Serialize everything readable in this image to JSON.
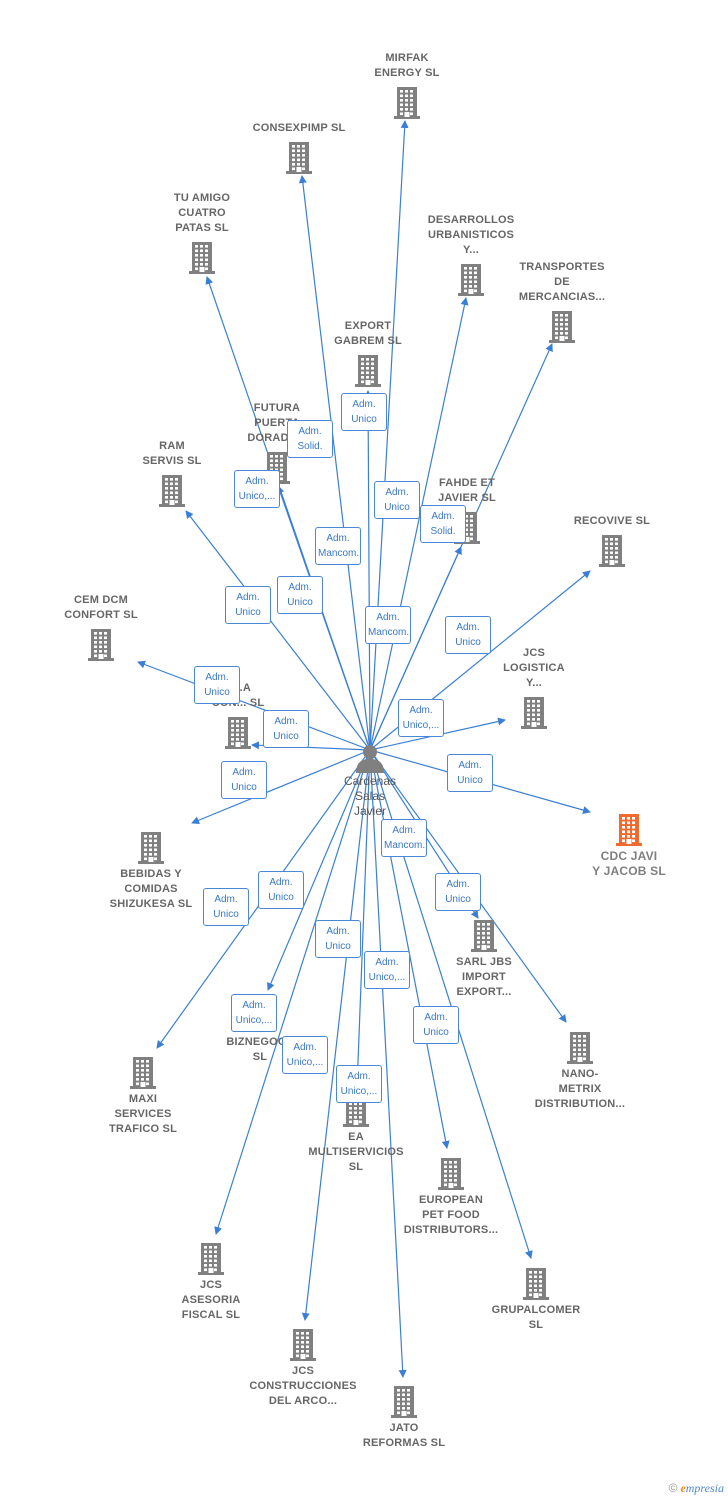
{
  "colors": {
    "edge": "#3a7fd5",
    "building": "#808080",
    "building_highlight": "#f26b2e",
    "person": "#808080"
  },
  "center": {
    "label": "Cardenas\nSalas\nJavier",
    "icon": "person-icon"
  },
  "companies": [
    {
      "id": "mirfak",
      "label": "MIRFAK\nENERGY  SL"
    },
    {
      "id": "consexpimp",
      "label": "CONSEXPIMP SL"
    },
    {
      "id": "tu-amigo",
      "label": "TU AMIGO\nCUATRO\nPATAS  SL"
    },
    {
      "id": "desarrollos",
      "label": "DESARROLLOS\nURBANISTICOS\nY..."
    },
    {
      "id": "transportes",
      "label": "TRANSPORTES\nDE\nMERCANCIAS..."
    },
    {
      "id": "export-gabrem",
      "label": "EXPORT\nGABREM  SL"
    },
    {
      "id": "futura",
      "label": "FUTURA\nPUERTA\nDORADA..."
    },
    {
      "id": "ram",
      "label": "RAM\nSERVIS  SL"
    },
    {
      "id": "fahde",
      "label": "FAHDE ET\nJAVIER  SL"
    },
    {
      "id": "recovive",
      "label": "RECOVIVE  SL"
    },
    {
      "id": "cem-dcm",
      "label": "CEM DCM\nCONFORT  SL"
    },
    {
      "id": "jcs-logistica",
      "label": "JCS\nLOGISTICA\nY..."
    },
    {
      "id": "a-conf",
      "label": "A...A\nCON...  SL"
    },
    {
      "id": "cdc",
      "label": "CDC JAVI\nY JACOB  SL"
    },
    {
      "id": "bebidas",
      "label": "BEBIDAS Y\nCOMIDAS\nSHIZUKESA  SL"
    },
    {
      "id": "sarl-jbs",
      "label": "SARL JBS\nIMPORT\nEXPORT..."
    },
    {
      "id": "biznegoce",
      "label": "BIZNEGOCE\nSL"
    },
    {
      "id": "nano-metrix",
      "label": "NANO-\nMETRIX\nDISTRIBUTION..."
    },
    {
      "id": "maxi",
      "label": "MAXI\nSERVICES\nTRAFICO  SL"
    },
    {
      "id": "ea-multi",
      "label": "EA\nMULTISERVICIOS\nSL"
    },
    {
      "id": "european",
      "label": "EUROPEAN\nPET FOOD\nDISTRIBUTORS..."
    },
    {
      "id": "jcs-asesoria",
      "label": "JCS\nASESORIA\nFISCAL  SL"
    },
    {
      "id": "grupalcomer",
      "label": "GRUPALCOMER\nSL"
    },
    {
      "id": "jcs-construcciones",
      "label": "JCS\nCONSTRUCCIONES\nDEL ARCO..."
    },
    {
      "id": "jato",
      "label": "JATO\nREFORMAS  SL"
    }
  ],
  "roles": [
    {
      "target": "export-gabrem",
      "label": "Adm.\nUnico"
    },
    {
      "target": "consexpimp",
      "label": "Adm.\nSolid."
    },
    {
      "target": "tu-amigo",
      "label": "Adm.\nUnico,..."
    },
    {
      "target": "desarrollos",
      "label": "Adm.\nUnico"
    },
    {
      "target": "transportes",
      "label": "Adm.\nSolid."
    },
    {
      "target": "mirfak",
      "label": "Adm.\nMancom."
    },
    {
      "target": "ram",
      "label": "Adm.\nUnico"
    },
    {
      "target": "futura",
      "label": "Adm.\nUnico"
    },
    {
      "target": "fahde",
      "label": "Adm.\nMancom."
    },
    {
      "target": "recovive",
      "label": "Adm.\nUnico"
    },
    {
      "target": "cem-dcm",
      "label": "Adm.\nUnico"
    },
    {
      "target": "a-conf",
      "label": "Adm.\nUnico"
    },
    {
      "target": "jcs-logistica",
      "label": "Adm.\nUnico,..."
    },
    {
      "target": "cdc",
      "label": "Adm.\nUnico"
    },
    {
      "target": "bebidas",
      "label": "Adm.\nUnico"
    },
    {
      "target": "sarl-jbs",
      "label": "Adm.\nMancom."
    },
    {
      "target": "nano-metrix",
      "label": "Adm.\nUnico"
    },
    {
      "target": "maxi",
      "label": "Adm.\nUnico"
    },
    {
      "target": "biznegoce",
      "label": "Adm.\nUnico"
    },
    {
      "target": "ea-multi",
      "label": "Adm.\nUnico"
    },
    {
      "target": "european",
      "label": "Adm.\nUnico,..."
    },
    {
      "target": "jcs-asesoria",
      "label": "Adm.\nUnico,..."
    },
    {
      "target": "grupalcomer",
      "label": "Adm.\nUnico"
    },
    {
      "target": "jcs-construcciones",
      "label": "Adm.\nUnico,..."
    },
    {
      "target": "jato",
      "label": "Adm.\nUnico,..."
    }
  ],
  "brand": {
    "copyright": "©",
    "initial": "e",
    "rest": "mpresia"
  }
}
